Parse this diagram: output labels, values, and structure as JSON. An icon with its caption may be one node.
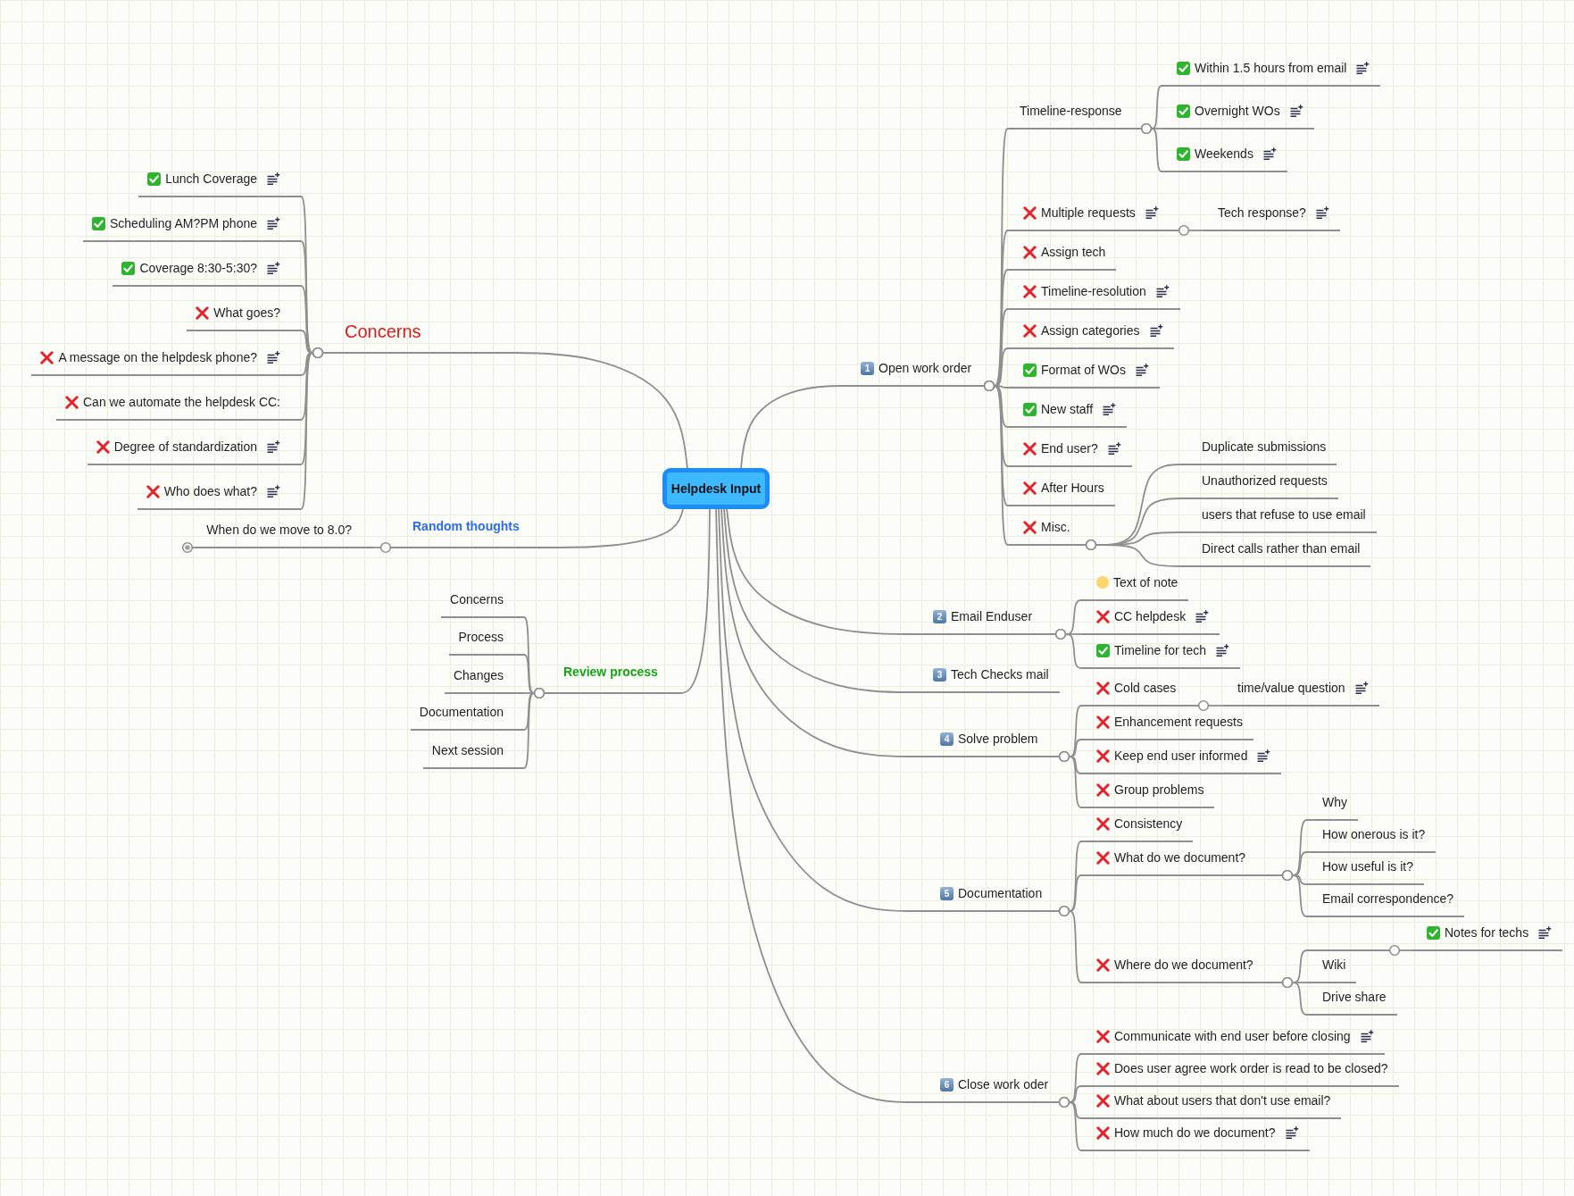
{
  "diagram": {
    "nodes": [
      {
        "text": [
          "Helpdesk Input"
        ]
      },
      {
        "text": [
          "Concerns"
        ]
      },
      {
        "text": [
          "Lunch Coverage"
        ]
      },
      {
        "text": [
          "Scheduling AM?PM phone"
        ]
      },
      {
        "text": [
          "Coverage 8:30-5:30?"
        ]
      },
      {
        "text": [
          "What goes?"
        ]
      },
      {
        "text": [
          "A message on the helpdesk phone?"
        ]
      },
      {
        "text": [
          "Can we automate the helpdesk CC:"
        ]
      },
      {
        "text": [
          "Degree of standardization"
        ]
      },
      {
        "text": [
          "Who does what?"
        ]
      },
      {
        "text": [
          "Random thoughts"
        ]
      },
      {
        "text": [
          "When do we move to 8.0?"
        ]
      },
      {
        "text": [
          "Review process"
        ]
      },
      {
        "text": [
          "Concerns"
        ]
      },
      {
        "text": [
          "Process"
        ]
      },
      {
        "text": [
          "Changes"
        ]
      },
      {
        "text": [
          "Documentation"
        ]
      },
      {
        "text": [
          "Next session"
        ]
      },
      {
        "text": [
          "1",
          "Open work order"
        ]
      },
      {
        "text": [
          "Timeline-response"
        ]
      },
      {
        "text": [
          "Within 1.5 hours from email"
        ]
      },
      {
        "text": [
          "Overnight WOs"
        ]
      },
      {
        "text": [
          "Weekends"
        ]
      },
      {
        "text": [
          "Multiple requests"
        ]
      },
      {
        "text": [
          "Tech response?"
        ]
      },
      {
        "text": [
          "Assign tech"
        ]
      },
      {
        "text": [
          "Timeline-resolution"
        ]
      },
      {
        "text": [
          "Assign categories"
        ]
      },
      {
        "text": [
          "Format of WOs"
        ]
      },
      {
        "text": [
          "New staff"
        ]
      },
      {
        "text": [
          "End user?"
        ]
      },
      {
        "text": [
          "After Hours"
        ]
      },
      {
        "text": [
          "Misc."
        ]
      },
      {
        "text": [
          "Duplicate submissions"
        ]
      },
      {
        "text": [
          "Unauthorized requests"
        ]
      },
      {
        "text": [
          "users that refuse to use email"
        ]
      },
      {
        "text": [
          "Direct calls rather than email"
        ]
      },
      {
        "text": [
          "2",
          "Email Enduser"
        ]
      },
      {
        "text": [
          "Text of note"
        ]
      },
      {
        "text": [
          "CC helpdesk"
        ]
      },
      {
        "text": [
          "Timeline for tech"
        ]
      },
      {
        "text": [
          "3",
          "Tech Checks mail"
        ]
      },
      {
        "text": [
          "4",
          "Solve problem"
        ]
      },
      {
        "text": [
          "Cold cases"
        ]
      },
      {
        "text": [
          "time/value question"
        ]
      },
      {
        "text": [
          "Enhancement requests"
        ]
      },
      {
        "text": [
          "Keep end user informed"
        ]
      },
      {
        "text": [
          "Group problems"
        ]
      },
      {
        "text": [
          "5",
          "Documentation"
        ]
      },
      {
        "text": [
          "Consistency"
        ]
      },
      {
        "text": [
          "What do we document?"
        ]
      },
      {
        "text": [
          "Why"
        ]
      },
      {
        "text": [
          "How onerous is it?"
        ]
      },
      {
        "text": [
          "How useful is it?"
        ]
      },
      {
        "text": [
          "Email correspondence?"
        ]
      },
      {
        "text": [
          "Where do we document?"
        ]
      },
      {
        "text": [],
        "shape": "line"
      },
      {
        "text": [
          "Notes for techs"
        ]
      },
      {
        "text": [
          "Wiki"
        ]
      },
      {
        "text": [
          "Drive share"
        ]
      },
      {
        "text": [
          "6",
          "Close work oder"
        ]
      },
      {
        "text": [
          "Communicate with end user before closing"
        ]
      },
      {
        "text": [
          "Does user agree work order is read to be closed?"
        ]
      },
      {
        "text": [
          "What about users that don't use email?"
        ]
      },
      {
        "text": [
          "How much do we document?"
        ]
      }
    ],
    "edges": [
      {
        "from": 0,
        "to": 1,
        "arrow": "none"
      },
      {
        "from": 1,
        "to": 2,
        "arrow": "other"
      },
      {
        "from": 1,
        "to": 3,
        "arrow": "other"
      },
      {
        "from": 1,
        "to": 4,
        "arrow": "other"
      },
      {
        "from": 1,
        "to": 5,
        "arrow": "other"
      },
      {
        "from": 1,
        "to": 6,
        "arrow": "other"
      },
      {
        "from": 1,
        "to": 7,
        "arrow": "other"
      },
      {
        "from": 1,
        "to": 8,
        "arrow": "other"
      },
      {
        "from": 1,
        "to": 9,
        "arrow": "other"
      },
      {
        "from": 0,
        "to": 10,
        "arrow": "none"
      },
      {
        "from": 10,
        "to": 11,
        "arrow": "other"
      },
      {
        "from": 0,
        "to": 12,
        "arrow": "none"
      },
      {
        "from": 12,
        "to": 13,
        "arrow": "other"
      },
      {
        "from": 12,
        "to": 14,
        "arrow": "other"
      },
      {
        "from": 12,
        "to": 15,
        "arrow": "other"
      },
      {
        "from": 12,
        "to": 16,
        "arrow": "other"
      },
      {
        "from": 12,
        "to": 17,
        "arrow": "other"
      },
      {
        "from": 0,
        "to": 18,
        "arrow": "none"
      },
      {
        "from": 18,
        "to": 19,
        "arrow": "other"
      },
      {
        "from": 19,
        "to": 20,
        "arrow": "other"
      },
      {
        "from": 19,
        "to": 21,
        "arrow": "other"
      },
      {
        "from": 19,
        "to": 22,
        "arrow": "other"
      },
      {
        "from": 18,
        "to": 23,
        "arrow": "other"
      },
      {
        "from": 23,
        "to": 24,
        "arrow": "other"
      },
      {
        "from": 18,
        "to": 25,
        "arrow": "other"
      },
      {
        "from": 18,
        "to": 26,
        "arrow": "other"
      },
      {
        "from": 18,
        "to": 27,
        "arrow": "other"
      },
      {
        "from": 18,
        "to": 28,
        "arrow": "other"
      },
      {
        "from": 18,
        "to": 29,
        "arrow": "other"
      },
      {
        "from": 18,
        "to": 30,
        "arrow": "other"
      },
      {
        "from": 18,
        "to": 31,
        "arrow": "other"
      },
      {
        "from": 18,
        "to": 32,
        "arrow": "other"
      },
      {
        "from": 32,
        "to": 33,
        "arrow": "other"
      },
      {
        "from": 32,
        "to": 34,
        "arrow": "other"
      },
      {
        "from": 32,
        "to": 35,
        "arrow": "other"
      },
      {
        "from": 32,
        "to": 36,
        "arrow": "other"
      },
      {
        "from": 0,
        "to": 37,
        "arrow": "none"
      },
      {
        "from": 37,
        "to": 38,
        "arrow": "other"
      },
      {
        "from": 37,
        "to": 39,
        "arrow": "other"
      },
      {
        "from": 37,
        "to": 40,
        "arrow": "other"
      },
      {
        "from": 0,
        "to": 41,
        "arrow": "none"
      },
      {
        "from": 0,
        "to": 42,
        "arrow": "none"
      },
      {
        "from": 42,
        "to": 43,
        "arrow": "other"
      },
      {
        "from": 43,
        "to": 44,
        "arrow": "other"
      },
      {
        "from": 42,
        "to": 45,
        "arrow": "other"
      },
      {
        "from": 42,
        "to": 46,
        "arrow": "other"
      },
      {
        "from": 42,
        "to": 47,
        "arrow": "other"
      },
      {
        "from": 0,
        "to": 48,
        "arrow": "none"
      },
      {
        "from": 48,
        "to": 49,
        "arrow": "other"
      },
      {
        "from": 48,
        "to": 50,
        "arrow": "other"
      },
      {
        "from": 50,
        "to": 51,
        "arrow": "other"
      },
      {
        "from": 50,
        "to": 52,
        "arrow": "other"
      },
      {
        "from": 50,
        "to": 53,
        "arrow": "other"
      },
      {
        "from": 50,
        "to": 54,
        "arrow": "other"
      },
      {
        "from": 48,
        "to": 55,
        "arrow": "other"
      },
      {
        "from": 55,
        "to": 56,
        "arrow": "other"
      },
      {
        "from": 56,
        "to": 57,
        "arrow": "other"
      },
      {
        "from": 55,
        "to": 58,
        "arrow": "other"
      },
      {
        "from": 55,
        "to": 59,
        "arrow": "other"
      },
      {
        "from": 0,
        "to": 60,
        "arrow": "none"
      },
      {
        "from": 60,
        "to": 61,
        "arrow": "other"
      },
      {
        "from": 60,
        "to": 62,
        "arrow": "other"
      },
      {
        "from": 60,
        "to": 63,
        "arrow": "other"
      },
      {
        "from": 60,
        "to": 64,
        "arrow": "other"
      }
    ]
  }
}
